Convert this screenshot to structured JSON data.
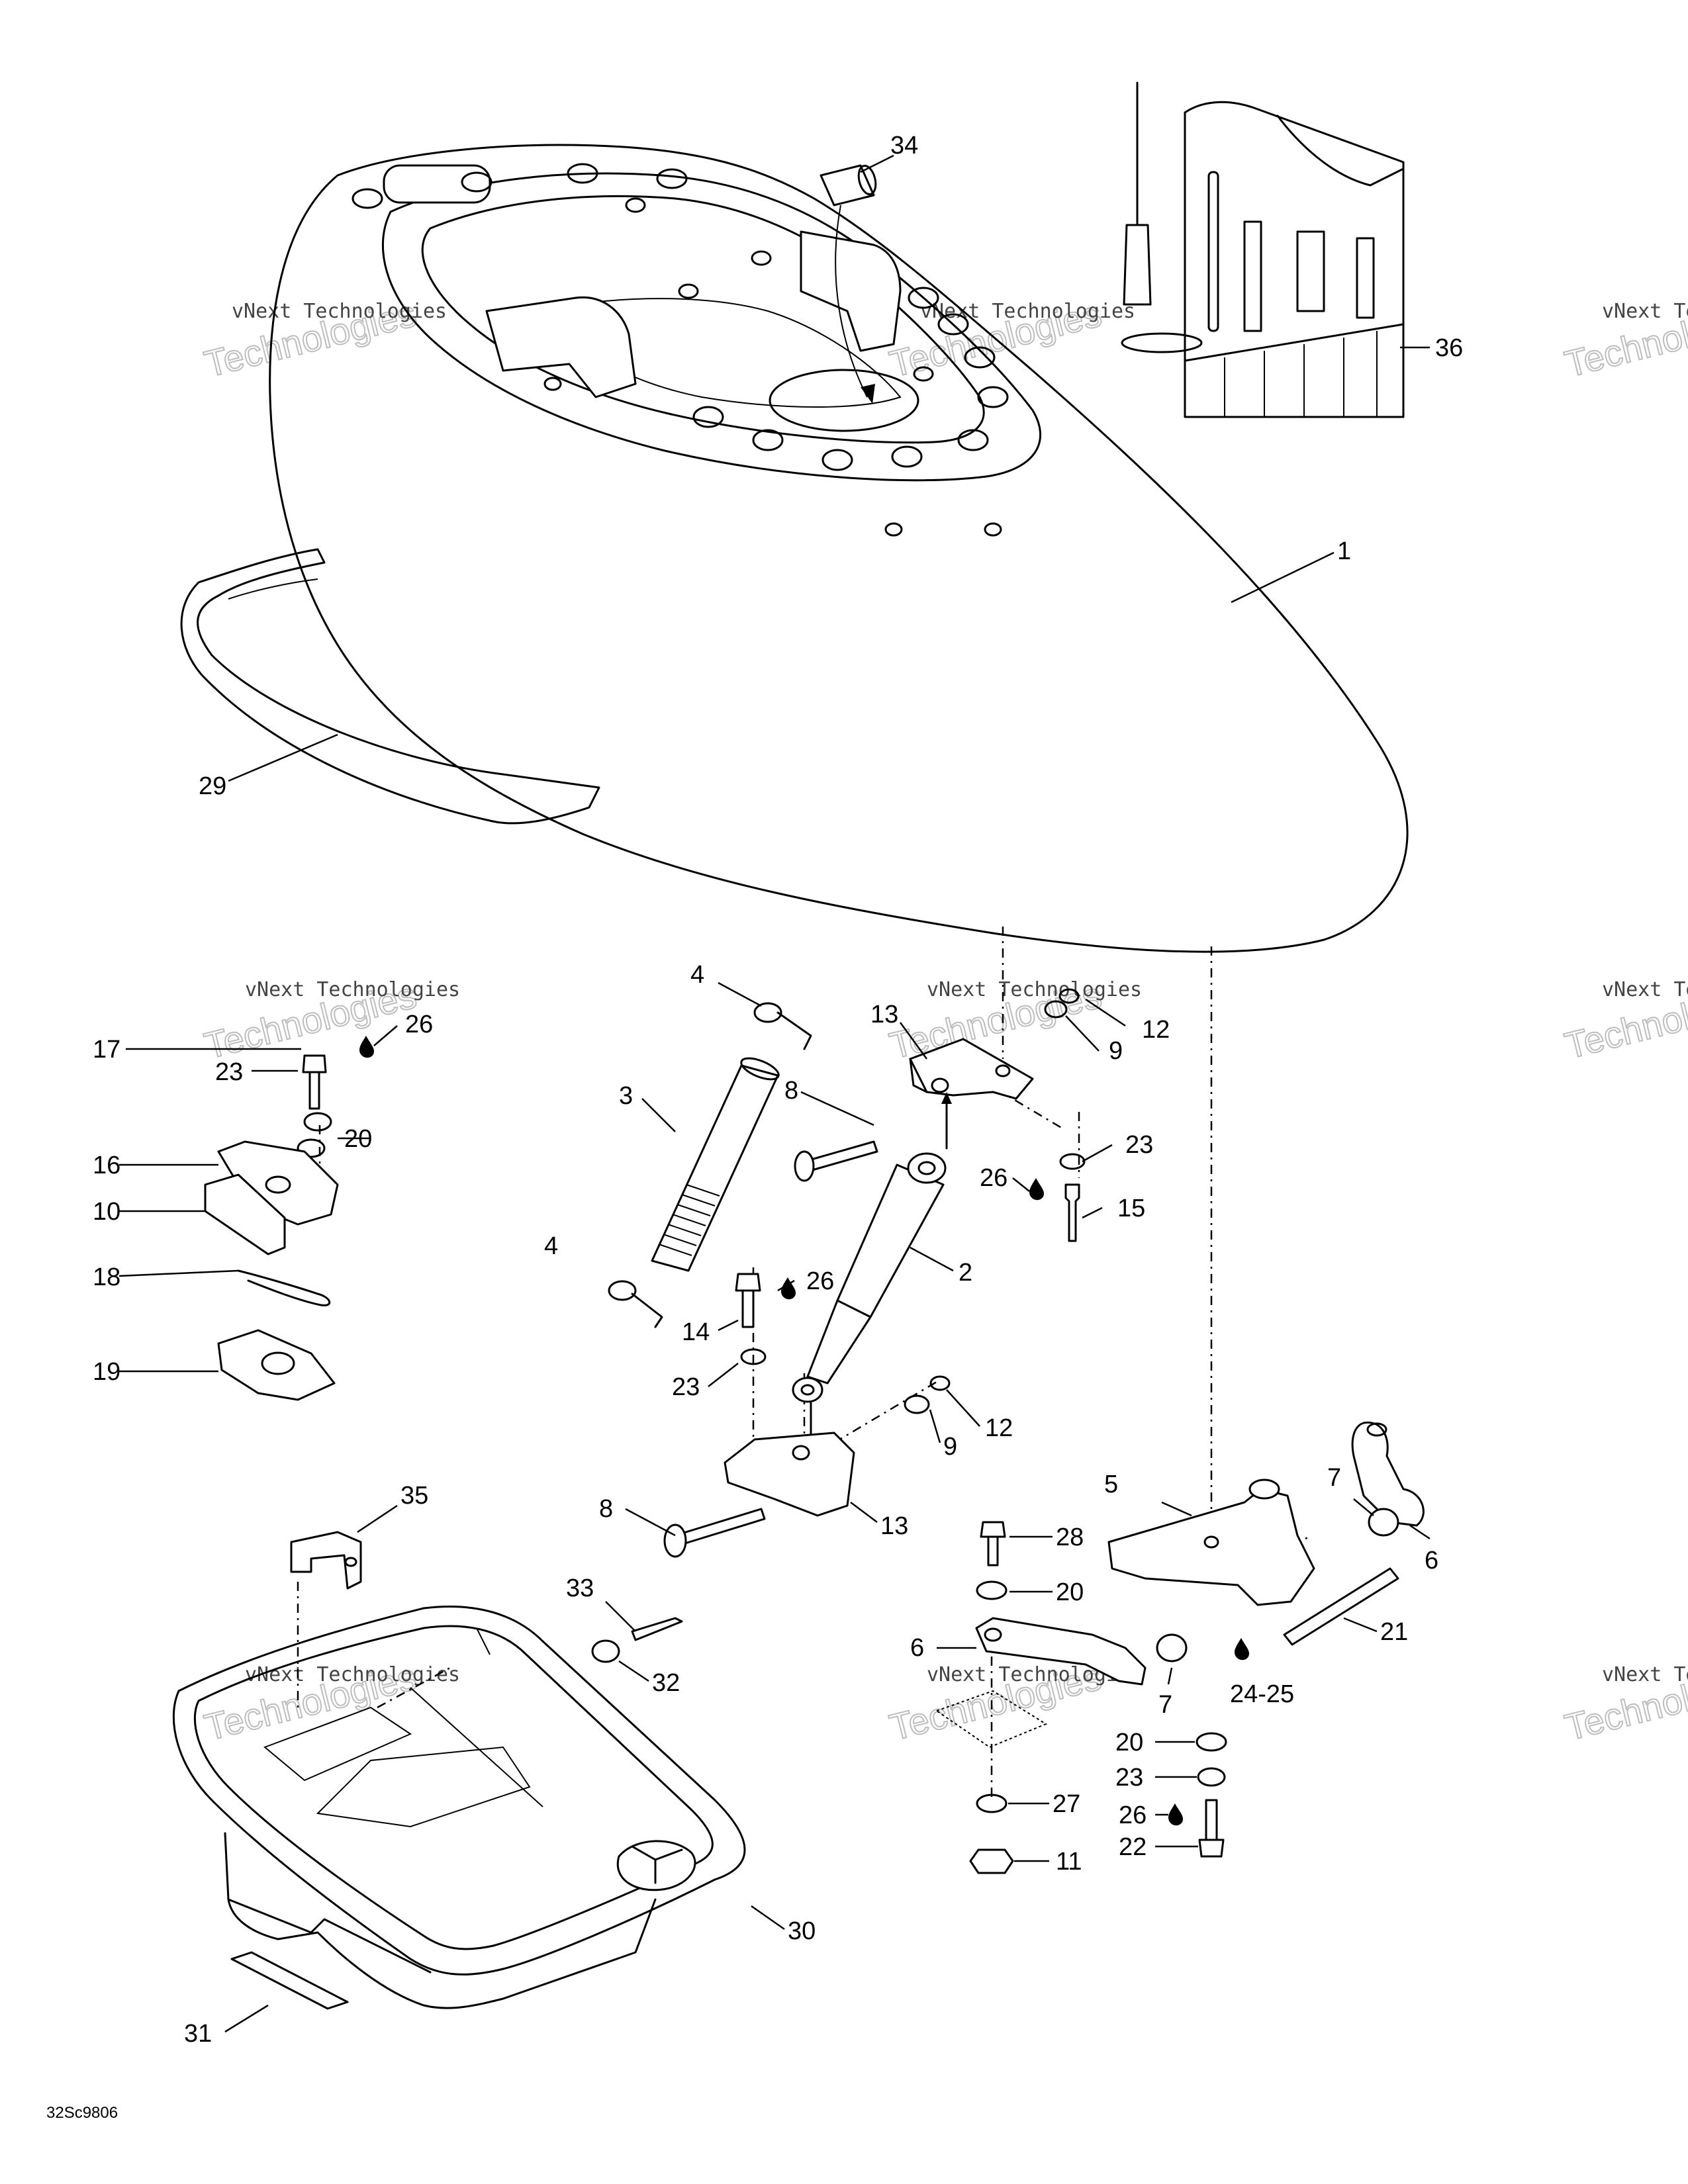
{
  "watermark": {
    "line1": "vNext Technologies",
    "line2": "Technologies"
  },
  "diagram_code": "32Sc9806",
  "callouts": [
    {
      "id": "c34",
      "label": "34"
    },
    {
      "id": "c36",
      "label": "36"
    },
    {
      "id": "c1",
      "label": "1"
    },
    {
      "id": "c29",
      "label": "29"
    },
    {
      "id": "c4a",
      "label": "4"
    },
    {
      "id": "c4b",
      "label": "4"
    },
    {
      "id": "c13a",
      "label": "13"
    },
    {
      "id": "c12a",
      "label": "12"
    },
    {
      "id": "c9a",
      "label": "9"
    },
    {
      "id": "c17",
      "label": "17"
    },
    {
      "id": "c26a",
      "label": "26"
    },
    {
      "id": "c3",
      "label": "3"
    },
    {
      "id": "c8a",
      "label": "8"
    },
    {
      "id": "c23a",
      "label": "23"
    },
    {
      "id": "c23b",
      "label": "23"
    },
    {
      "id": "c20a",
      "label": "20"
    },
    {
      "id": "c26b",
      "label": "26"
    },
    {
      "id": "c15",
      "label": "15"
    },
    {
      "id": "c16",
      "label": "16"
    },
    {
      "id": "c10",
      "label": "10"
    },
    {
      "id": "c2",
      "label": "2"
    },
    {
      "id": "c18",
      "label": "18"
    },
    {
      "id": "c26c",
      "label": "26"
    },
    {
      "id": "c14",
      "label": "14"
    },
    {
      "id": "c19",
      "label": "19"
    },
    {
      "id": "c23c",
      "label": "23"
    },
    {
      "id": "c12b",
      "label": "12"
    },
    {
      "id": "c9b",
      "label": "9"
    },
    {
      "id": "c5",
      "label": "5"
    },
    {
      "id": "c7a",
      "label": "7"
    },
    {
      "id": "c35",
      "label": "35"
    },
    {
      "id": "c8b",
      "label": "8"
    },
    {
      "id": "c13b",
      "label": "13"
    },
    {
      "id": "c28",
      "label": "28"
    },
    {
      "id": "c6a",
      "label": "6"
    },
    {
      "id": "c33",
      "label": "33"
    },
    {
      "id": "c20b",
      "label": "20"
    },
    {
      "id": "c21",
      "label": "21"
    },
    {
      "id": "c6b",
      "label": "6"
    },
    {
      "id": "c32",
      "label": "32"
    },
    {
      "id": "c7b",
      "label": "7"
    },
    {
      "id": "c2425",
      "label": "24-25"
    },
    {
      "id": "c20c",
      "label": "20"
    },
    {
      "id": "c23d",
      "label": "23"
    },
    {
      "id": "c27",
      "label": "27"
    },
    {
      "id": "c26d",
      "label": "26"
    },
    {
      "id": "c22",
      "label": "22"
    },
    {
      "id": "c11",
      "label": "11"
    },
    {
      "id": "c30",
      "label": "30"
    },
    {
      "id": "c31",
      "label": "31"
    }
  ]
}
